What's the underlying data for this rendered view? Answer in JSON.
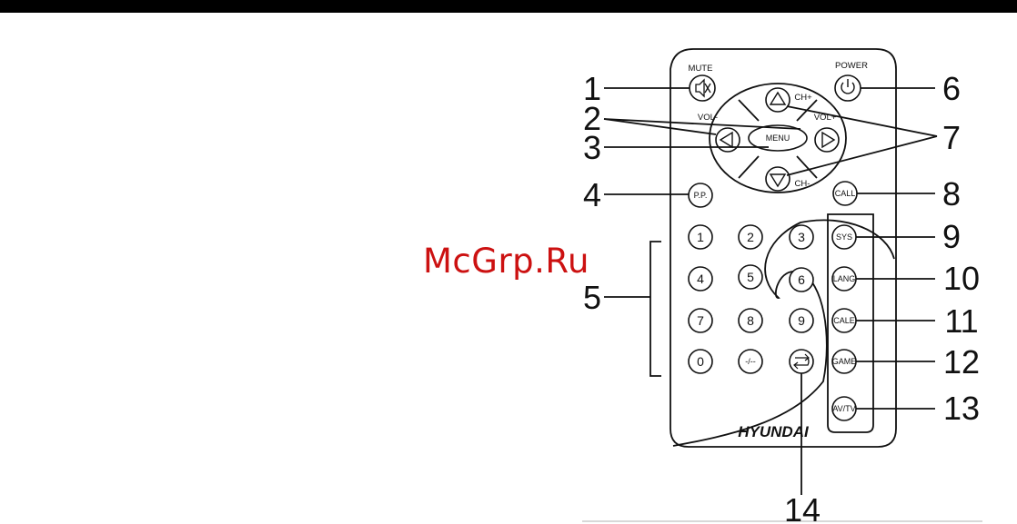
{
  "remote": {
    "brand": "HYUNDAI",
    "labels": {
      "mute": "MUTE",
      "power": "POWER",
      "vol_minus": "VOL-",
      "vol_plus": "VOL+",
      "ch_plus": "CH+",
      "ch_minus": "CH-",
      "menu": "MENU",
      "pp": "P.P.",
      "call": "CALL",
      "sys": "SYS",
      "lang": "LANG",
      "cale": "CALE",
      "game": "GAME",
      "avtv": "AV/TV",
      "dash": "-/--"
    },
    "digits": [
      "1",
      "2",
      "3",
      "4",
      "5",
      "6",
      "7",
      "8",
      "9",
      "0"
    ],
    "icons": {
      "mute": "speaker-muted-icon",
      "power": "power-icon",
      "return": "return-arrow-icon",
      "up": "triangle-up-icon",
      "down": "triangle-down-icon",
      "left": "triangle-left-icon",
      "right": "triangle-right-icon"
    }
  },
  "callouts": [
    "1",
    "2",
    "3",
    "4",
    "5",
    "6",
    "7",
    "8",
    "9",
    "10",
    "11",
    "12",
    "13",
    "14"
  ],
  "watermark": "McGrp.Ru",
  "colors": {
    "ink": "#111111",
    "watermark": "#cc1111",
    "topbar": "#000000"
  }
}
